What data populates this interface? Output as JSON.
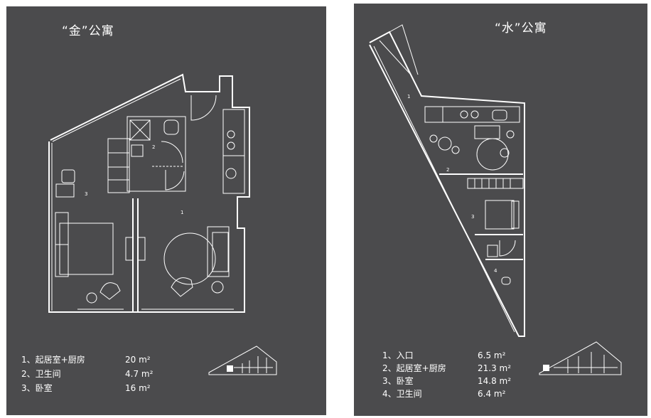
{
  "left": {
    "title": "“金”公寓",
    "room_numbers": [
      "1",
      "2",
      "3"
    ],
    "rooms": [
      {
        "name": "1、起居室+厨房",
        "area": "20 m²"
      },
      {
        "name": "2、卫生间",
        "area": "4.7 m²"
      },
      {
        "name": "3、卧室",
        "area": "16 m²"
      }
    ]
  },
  "right": {
    "title": "“水”公寓",
    "room_numbers": [
      "1",
      "2",
      "3",
      "4"
    ],
    "rooms": [
      {
        "name": "1、入口",
        "area": "6.5 m²"
      },
      {
        "name": "2、起居室+厨房",
        "area": "21.3 m²"
      },
      {
        "name": "3、卧室",
        "area": "14.8 m²"
      },
      {
        "name": "4、卫生间",
        "area": "6.4 m²"
      }
    ]
  },
  "colors": {
    "panel": "#4b4b4d",
    "line": "#ffffff"
  }
}
